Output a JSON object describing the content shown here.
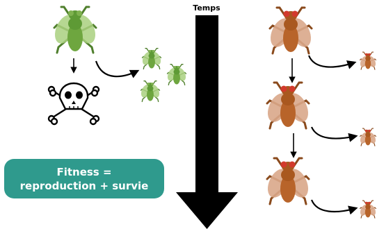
{
  "time_axis": {
    "label": "Temps"
  },
  "fitness": {
    "line1": "Fitness =",
    "line2": "reproduction + survie"
  },
  "icons": {
    "green_fly": "fly-icon",
    "orange_fly": "fly-icon",
    "skull": "skull-crossbones-icon"
  },
  "colors": {
    "green_fly": "#8fbe62",
    "green_fly_dark": "#5e9a35",
    "orange_fly": "#b8642a",
    "orange_wing": "#d9a78a",
    "eye_red": "#d23a2c",
    "fitness_bg": "#2f9a8d",
    "arrow": "#000000"
  }
}
